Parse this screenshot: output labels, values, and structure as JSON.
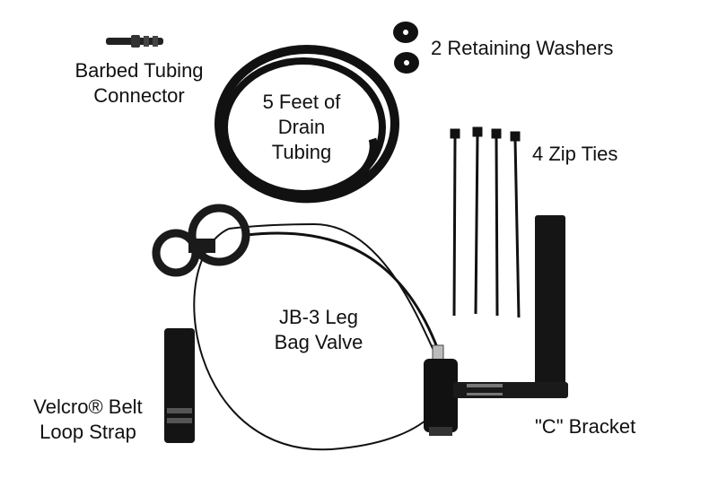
{
  "labels": {
    "connector": [
      "Barbed Tubing",
      "Connector"
    ],
    "tubing": [
      "5 Feet of",
      "Drain",
      "Tubing"
    ],
    "washers": "2 Retaining Washers",
    "zipties": "4 Zip Ties",
    "valve": [
      "JB-3 Leg",
      "Bag Valve"
    ],
    "strap": [
      "Velcro®  Belt",
      "Loop Strap"
    ],
    "bracket": "\"C\" Bracket"
  },
  "colors": {
    "item": "#111111",
    "text": "#111111",
    "highlight": "#9a9a9a"
  }
}
